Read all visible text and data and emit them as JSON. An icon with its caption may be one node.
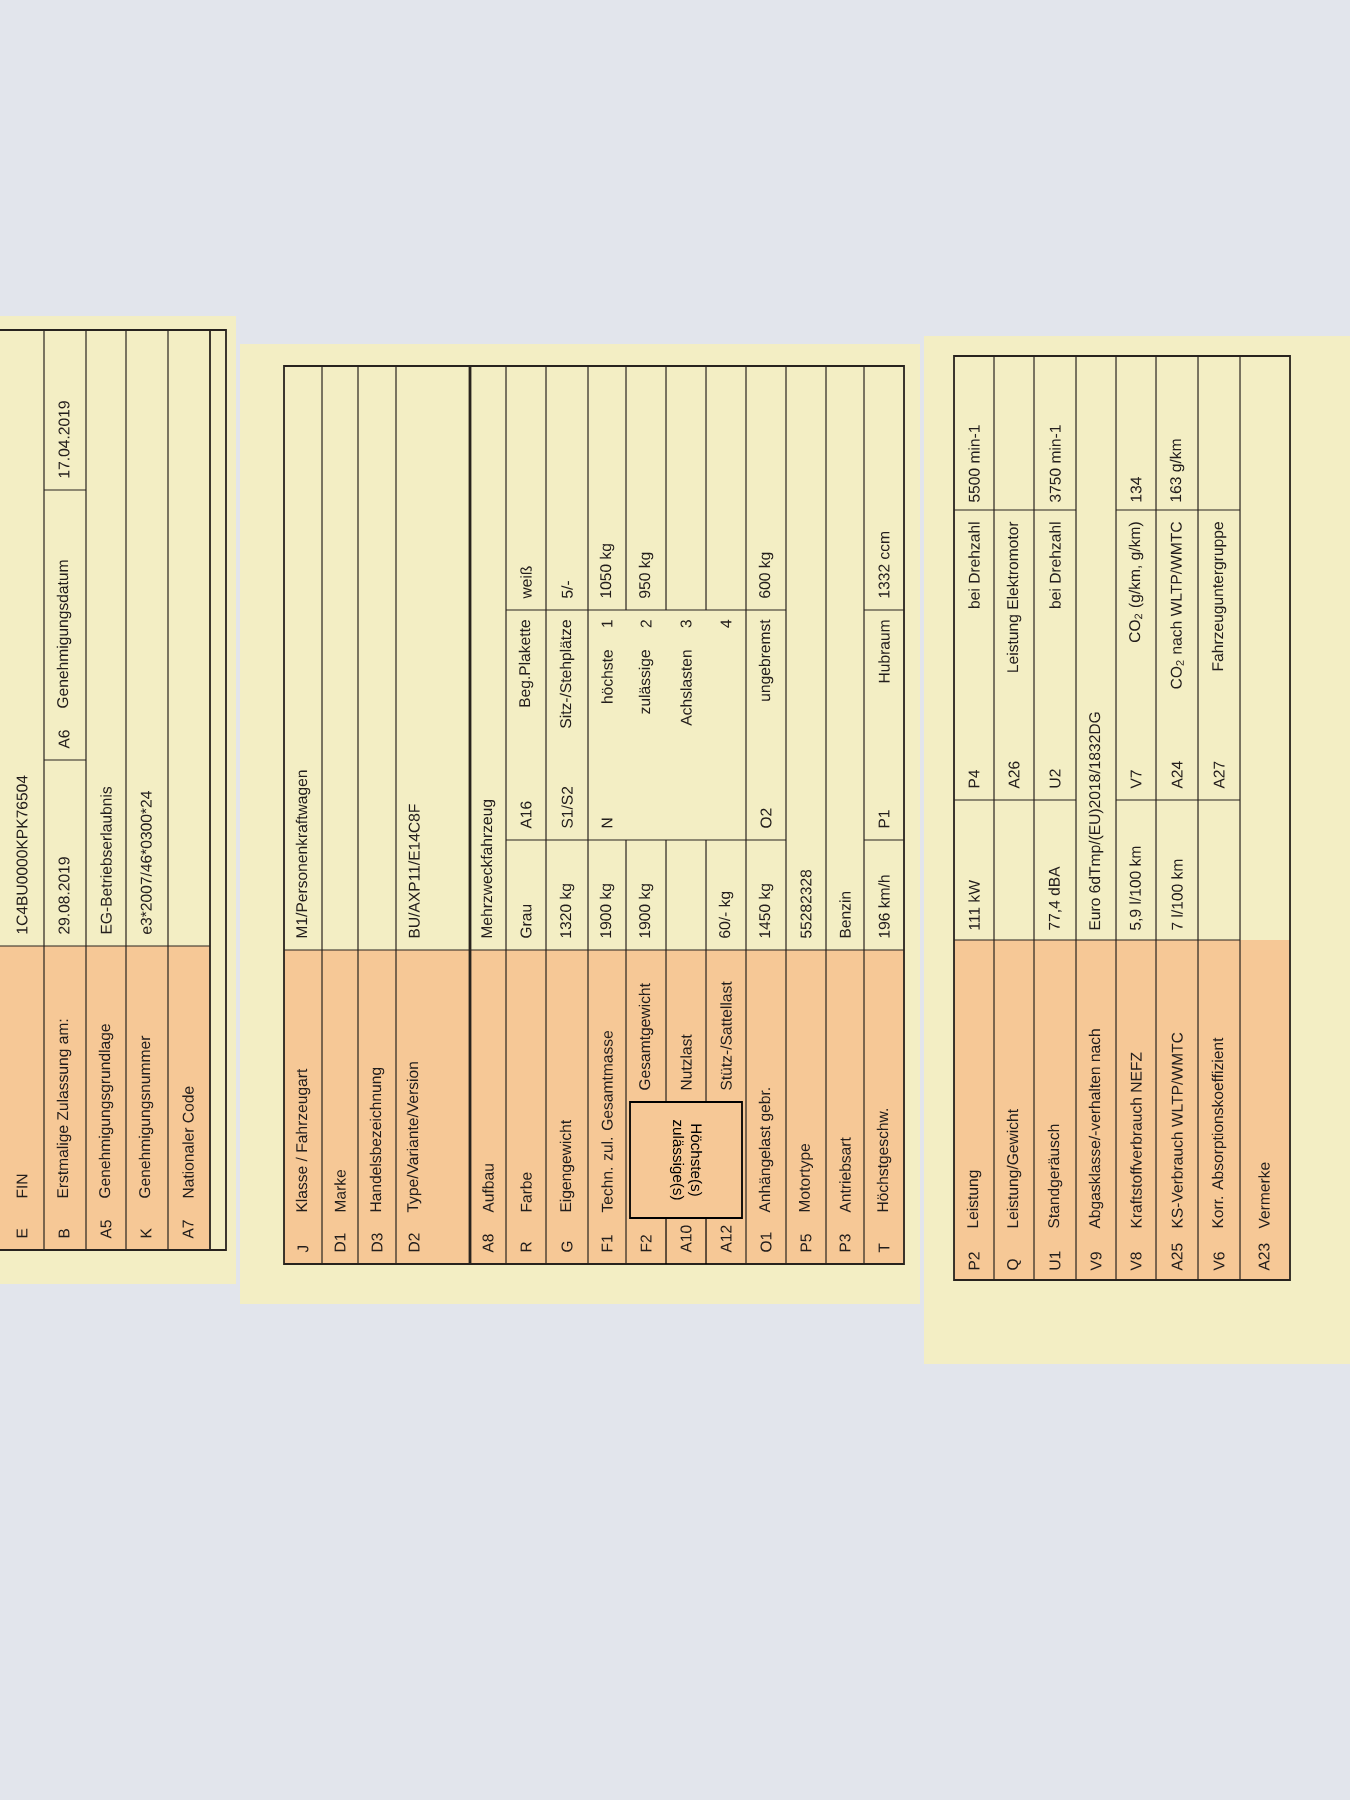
{
  "diagram": {
    "labels": [
      "E",
      "FIN",
      "1C4BU0000KPK76504",
      "B",
      "Erstmalige Zulassung am:",
      "29.08.2019",
      "A6",
      "Genehmigungsdatum",
      "17.04.2019",
      "A5",
      "Genehmigungsgrundlage",
      "EG-Betriebserlaubnis",
      "K",
      "Genehmigungsnummer",
      "e3*2007/46*0300*24",
      "A7",
      "Nationaler Code",
      "J",
      "Klasse / Fahrzeugart",
      "M1/Personenkraftwagen",
      "D1",
      "Marke",
      "D3",
      "Handelsbezeichnung",
      "D2",
      "Type/Variante/Version",
      "BU/AXP11/E14C8F",
      "A8",
      "Aufbau",
      "Mehrzweckfahrzeug",
      "R",
      "Farbe",
      "Grau",
      "A16",
      "Beg.Plakette",
      "weiß",
      "G",
      "Eigengewicht",
      "1320 kg",
      "S1/S2",
      "Sitz-/Stehplätze",
      "5/-",
      "F1",
      "Techn. zul. Gesamtmasse",
      "1900 kg",
      "N",
      "höchste",
      "1",
      "1050 kg",
      "F2",
      "Höchste(s) zulässige(s)",
      "Gesamtgewicht",
      "1900 kg",
      "zulässige",
      "2",
      "950 kg",
      "A10",
      "Nutzlast",
      "Achslasten",
      "3",
      "A12",
      "Stütz-/Sattellast",
      "60/- kg",
      "4",
      "O1",
      "Anhängelast gebr.",
      "1450 kg",
      "O2",
      "ungebremst",
      "600 kg",
      "P5",
      "Motortype",
      "55282328",
      "P3",
      "Antriebsart",
      "Benzin",
      "T",
      "Höchstgeschw.",
      "196 km/h",
      "P1",
      "Hubraum",
      "1332 ccm",
      "P2",
      "Leistung",
      "111 kW",
      "P4",
      "bei Drehzahl",
      "5500 min-1",
      "Q",
      "Leistung/Gewicht",
      "A26",
      "Leistung Elektromotor",
      "U1",
      "Standgeräusch",
      "77,4 dBA",
      "U2",
      "bei Drehzahl",
      "3750 min-1",
      "V9",
      "Abgasklasse/-verhalten nach",
      "Euro 6dTmp/(EU)2018/1832DG",
      "V8",
      "Kraftstoffverbrauch NEFZ",
      "5,9 l/100 km",
      "V7",
      "CO$_{2}$ (g/km, g/km)",
      "134",
      "A25",
      "KS-Verbrauch WLTP/WMTC",
      "7 l/100 km",
      "A24",
      "CO$_{2}$ nach WLTP/WMTC",
      "163 g/km",
      "V6",
      "Korr. Absorptionskoeffizient",
      "A27",
      "Fahrzeuguntergruppe",
      "A23",
      "Vermerke"
    ]
  }
}
